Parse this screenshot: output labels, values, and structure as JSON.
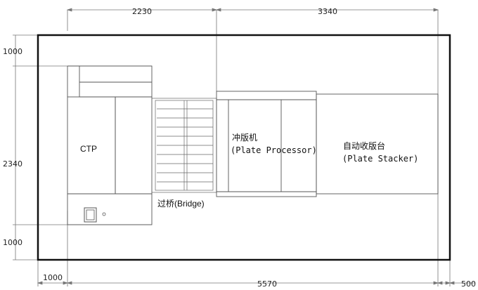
{
  "dimensions": {
    "top_left": "2230",
    "top_right": "3340",
    "left_top": "1000",
    "left_mid": "2340",
    "left_bottom": "1000",
    "bottom_left": "1000",
    "bottom_mid": "5570",
    "bottom_right": "500"
  },
  "labels": {
    "ctp": "CTP",
    "processor_cn": "冲版机",
    "processor_en": "(Plate Processor)",
    "stacker_cn": "自动收版台",
    "stacker_en": "(Plate Stacker)",
    "bridge": "过桥(Bridge)"
  },
  "colors": {
    "line": "#555555",
    "frame": "#111111",
    "thin": "#888888"
  }
}
